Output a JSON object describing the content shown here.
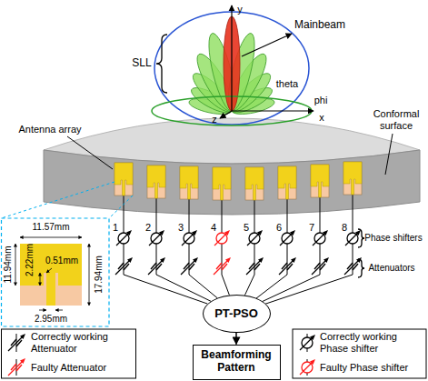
{
  "diagram": {
    "nodes": [
      {
        "text": [
          "PT-PSO"
        ]
      },
      {
        "text": [
          "Beamforming Pattern"
        ]
      }
    ],
    "edges": [
      {
        "from": 0,
        "to": 1,
        "arrow": "to"
      }
    ],
    "labels": [
      "Mainbeam",
      "SLL",
      "y",
      "z",
      "x",
      "theta",
      "phi",
      "Antenna array",
      "Conformal surface",
      "1",
      "2",
      "3",
      "4",
      "5",
      "6",
      "7",
      "8",
      "Phase shifters",
      "Attenuators",
      "11.57mm",
      "11.94mm",
      "2.22mm",
      "0.51mm",
      "17.94mm",
      "2.95mm"
    ],
    "legend": [
      {
        "text": "Correctly working Attenuator"
      },
      {
        "text": "Faulty Attenuator"
      },
      {
        "text": "Correctly working Phase shifter"
      },
      {
        "text": "Faulty Phase shifter"
      }
    ]
  }
}
